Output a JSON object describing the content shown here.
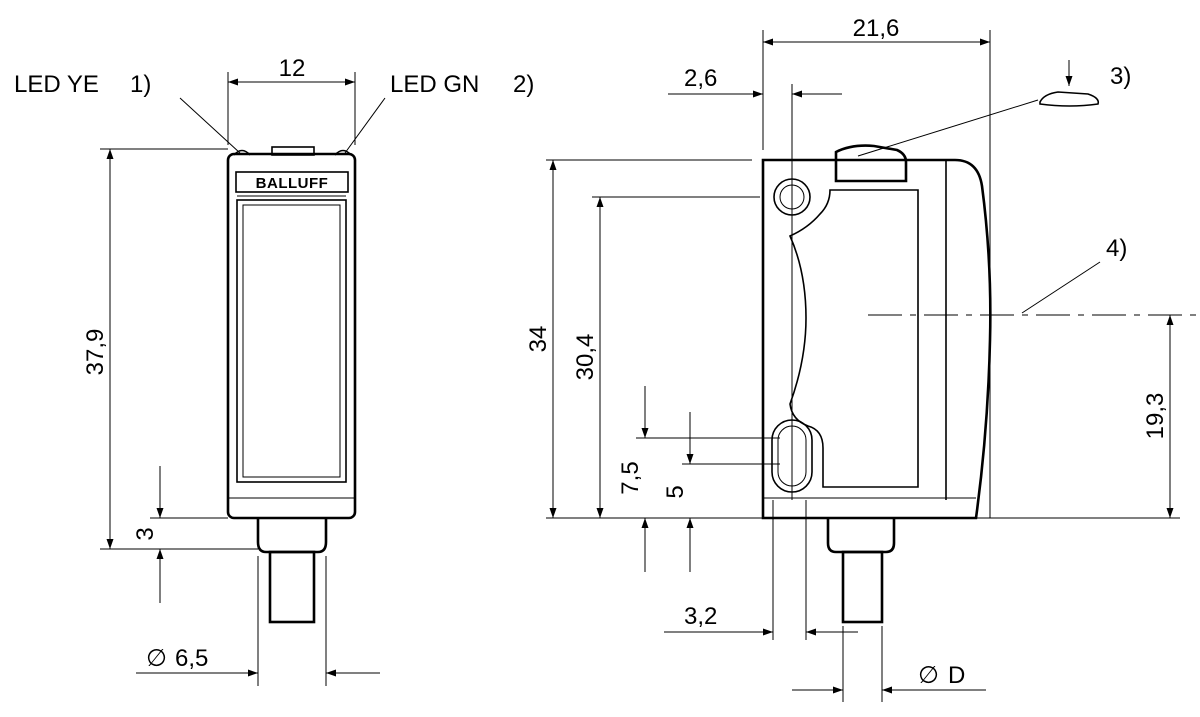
{
  "labels": {
    "led_ye": "LED YE",
    "led_ye_note": "1)",
    "led_gn": "LED GN",
    "led_gn_note": "2)",
    "brand": "BALLUFF",
    "note_3": "3)",
    "note_4": "4)"
  },
  "dimensions": {
    "front_width": "12",
    "front_height": "37,9",
    "front_offset": "3",
    "cable_diameter": "6,5",
    "diameter_symbol": "∅",
    "side_width": "21,6",
    "side_hole_offset": "2,6",
    "side_height": "34",
    "side_hole_spacing": "30,4",
    "side_slot_7_5": "7,5",
    "side_slot_5": "5",
    "side_axis_height": "19,3",
    "side_hole_x": "3,2",
    "side_diameter_label": "D"
  }
}
